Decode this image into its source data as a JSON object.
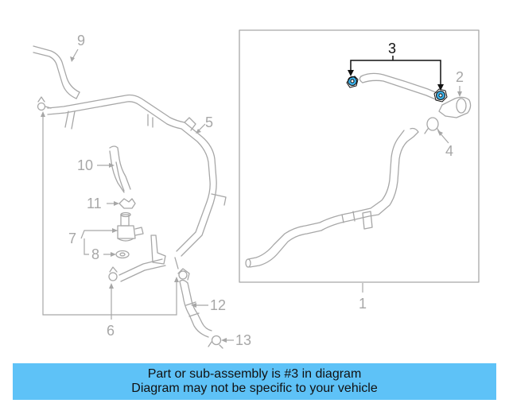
{
  "callouts": {
    "c1": "1",
    "c2": "2",
    "c3": "3",
    "c4": "4",
    "c5": "5",
    "c6": "6",
    "c7": "7",
    "c8": "8",
    "c9": "9",
    "c10": "10",
    "c11": "11",
    "c12": "12",
    "c13": "13"
  },
  "banner": {
    "line1": "Part or sub-assembly is #3 in diagram",
    "line2": "Diagram may not be specific to your vehicle"
  },
  "colors": {
    "line_art": "#a7a7a7",
    "highlight": "#3ab0e8",
    "leader_highlight": "#111111",
    "banner_bg": "#5ec2f7"
  }
}
